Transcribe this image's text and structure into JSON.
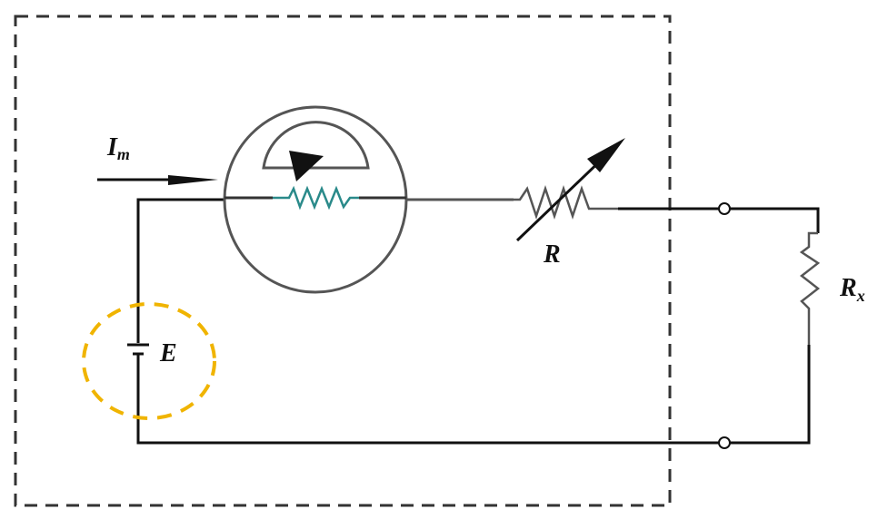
{
  "labels": {
    "current": "I",
    "current_sub": "m",
    "battery": "E",
    "variable_resistor": "R",
    "external_resistor": "R",
    "external_resistor_sub": "x"
  },
  "colors": {
    "wire": "#111111",
    "meter": "#555555",
    "meter_coil": "#2a8a8a",
    "highlight": "#f0b400",
    "boundary": "#333333"
  }
}
